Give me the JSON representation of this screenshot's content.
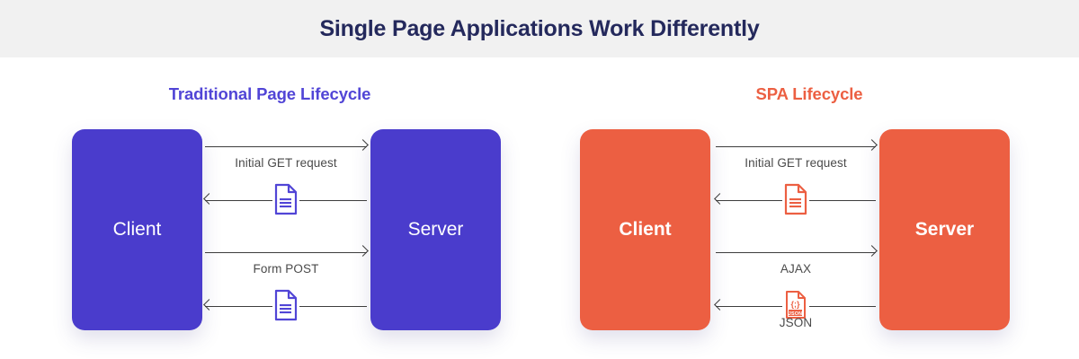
{
  "header": {
    "title": "Single Page Applications Work Differently",
    "band_color": "#f1f1f1",
    "title_color": "#24295c"
  },
  "panels": [
    {
      "id": "traditional",
      "heading": "Traditional Page Lifecycle",
      "heading_color": "#5145d6",
      "accent_color": "#4a3ccc",
      "client": {
        "label": "Client"
      },
      "server": {
        "label": "Server"
      },
      "flows": [
        {
          "direction": "right",
          "label": "Initial GET request",
          "label_position": "below",
          "icon": ""
        },
        {
          "direction": "left",
          "label": "",
          "label_position": "below",
          "icon": "document-icon"
        },
        {
          "direction": "right",
          "label": "Form POST",
          "label_position": "below",
          "icon": ""
        },
        {
          "direction": "left",
          "label": "",
          "label_position": "below",
          "icon": "document-icon"
        }
      ]
    },
    {
      "id": "spa",
      "heading": "SPA Lifecycle",
      "heading_color": "#ec5f42",
      "accent_color": "#ec5f42",
      "client": {
        "label": "Client"
      },
      "server": {
        "label": "Server"
      },
      "flows": [
        {
          "direction": "right",
          "label": "Initial GET request",
          "label_position": "below",
          "icon": ""
        },
        {
          "direction": "left",
          "label": "",
          "label_position": "below",
          "icon": "document-icon"
        },
        {
          "direction": "right",
          "label": "AJAX",
          "label_position": "below",
          "icon": ""
        },
        {
          "direction": "left",
          "label": "JSON",
          "label_position": "below",
          "icon": "json-file-icon"
        }
      ]
    }
  ],
  "colors": {
    "background": "#ffffff",
    "purple": "#4a3ccc",
    "purple_text": "#5145d6",
    "orange": "#ec5f42",
    "arrow": "#3d3d3d",
    "label_text": "#4a4a4a"
  }
}
